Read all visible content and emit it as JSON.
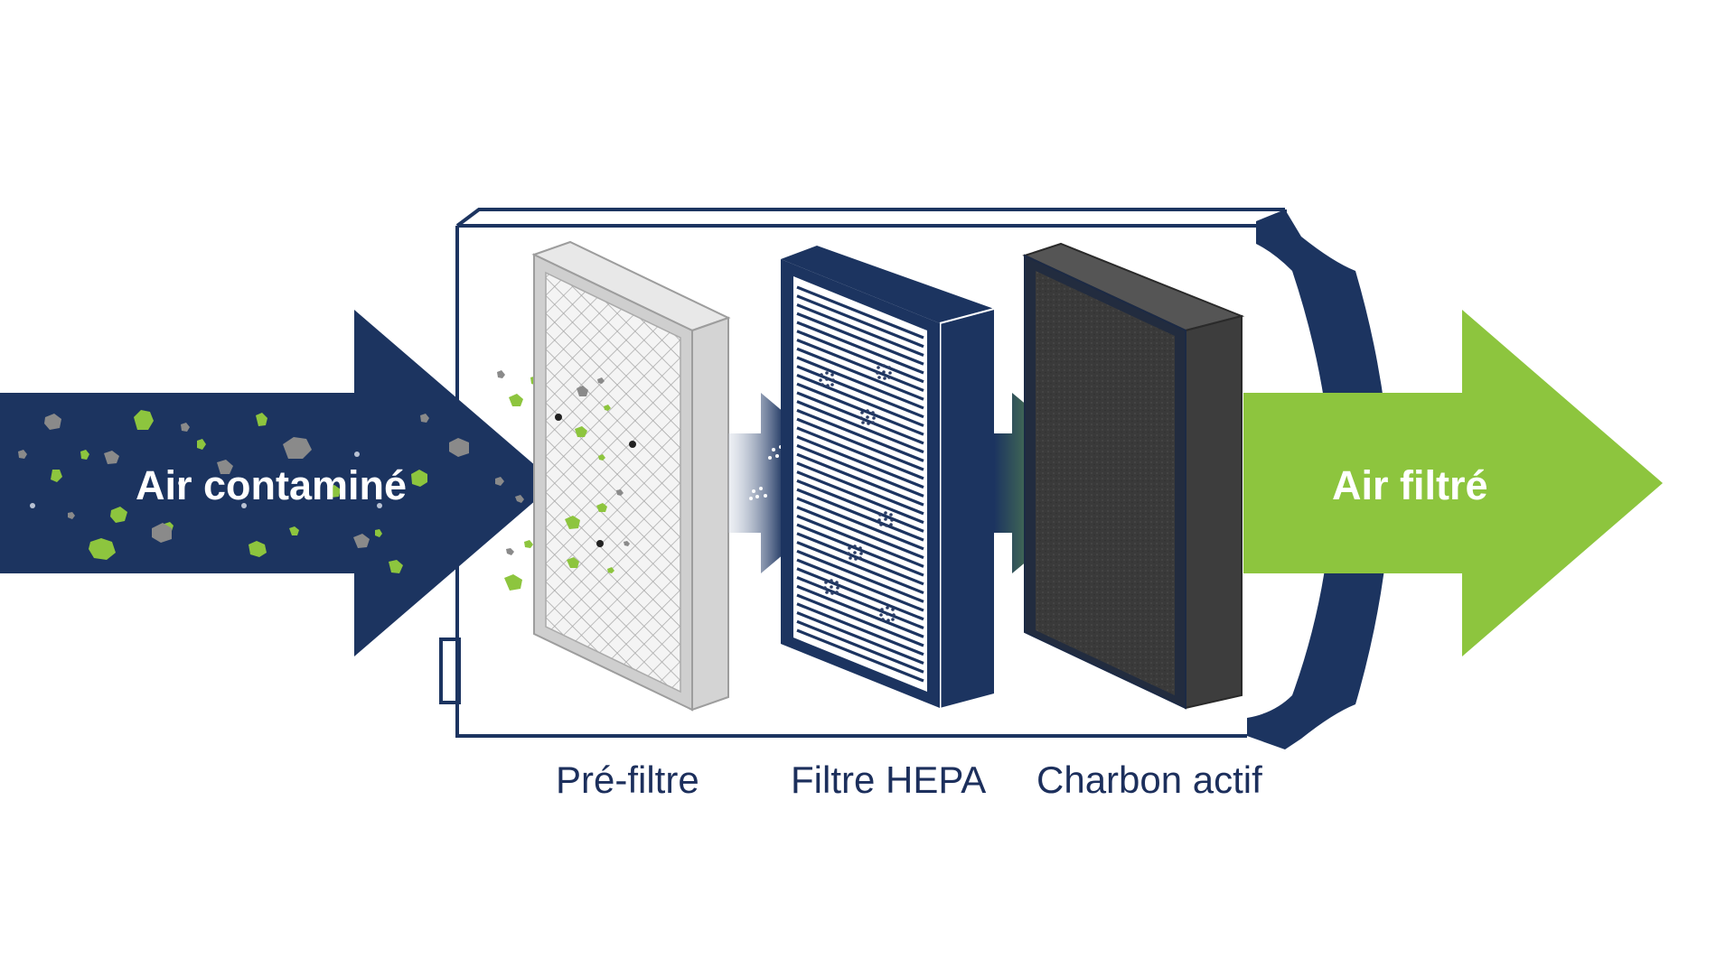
{
  "colors": {
    "navy": "#1c3460",
    "green": "#8dc53e",
    "prefilter_gray": "#c9c9c9",
    "carbon_dark": "#3d3d3d",
    "label_text": "#1c2f5c",
    "particle_gray": "#8a8a8a"
  },
  "arrows": {
    "input_label": "Air contaminé",
    "output_label": "Air filtré"
  },
  "filters": [
    {
      "id": "prefilter",
      "label": "Pré-filtre"
    },
    {
      "id": "hepa",
      "label": "Filtre HEPA"
    },
    {
      "id": "carbon",
      "label": "Charbon actif"
    }
  ]
}
